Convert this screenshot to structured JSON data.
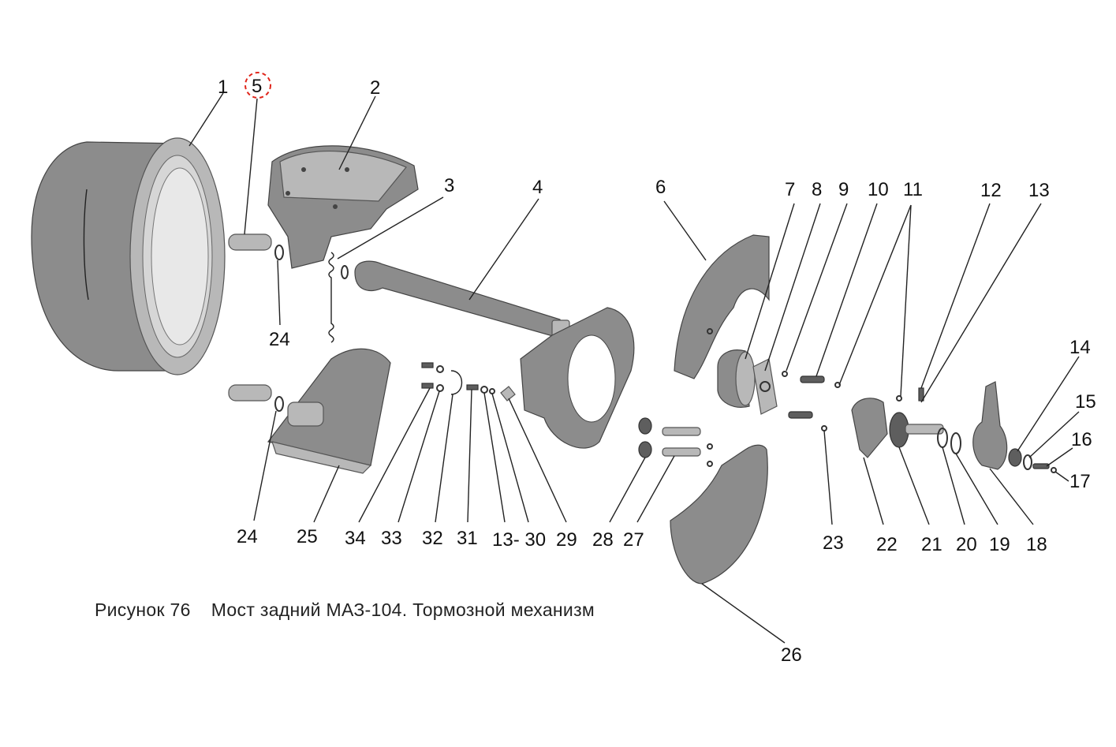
{
  "caption": {
    "figure": "Рисунок 76",
    "title": "Мост задний МАЗ-104. Тормозной механизм"
  },
  "callouts": {
    "c1": "1",
    "c5": "5",
    "c2": "2",
    "c3": "3",
    "c4": "4",
    "c6": "6",
    "c7": "7",
    "c8": "8",
    "c9": "9",
    "c10": "10",
    "c11": "11",
    "c12": "12",
    "c13": "13",
    "c14": "14",
    "c15": "15",
    "c16": "16",
    "c17": "17",
    "c24a": "24",
    "c24b": "24",
    "c25": "25",
    "c34": "34",
    "c33": "33",
    "c32": "32",
    "c31": "31",
    "c1330": "13- 30",
    "c29": "29",
    "c28": "28",
    "c27": "27",
    "c23": "23",
    "c22": "22",
    "c21": "21",
    "c20": "20",
    "c19": "19",
    "c18": "18",
    "c26": "26"
  },
  "highlight": {
    "color": "#e0261b"
  }
}
